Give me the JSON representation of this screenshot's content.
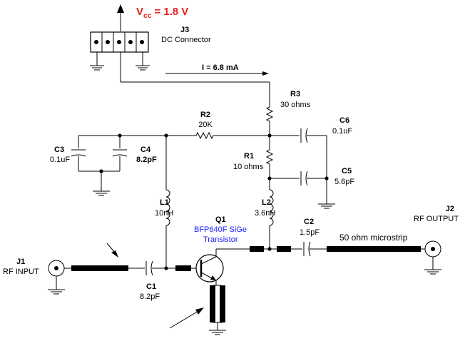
{
  "supply": {
    "prefix": "V",
    "subscript": "cc",
    "value": "= 1.8 V",
    "color": "#e8201e"
  },
  "current": {
    "text": "I = 6.8  mA"
  },
  "components": {
    "j3": {
      "ref": "J3",
      "desc": "DC Connector"
    },
    "r3": {
      "ref": "R3",
      "value": "30 ohms"
    },
    "r2": {
      "ref": "R2",
      "value": "20K"
    },
    "c6": {
      "ref": "C6",
      "value": "0.1uF"
    },
    "c3": {
      "ref": "C3",
      "value": "0.1uF"
    },
    "c4": {
      "ref": "C4",
      "value": "8.2pF"
    },
    "r1": {
      "ref": "R1",
      "value": "10 ohms"
    },
    "c5": {
      "ref": "C5",
      "value": "5.6pF"
    },
    "l1": {
      "ref": "L1",
      "value": "10nH"
    },
    "l2": {
      "ref": "L2",
      "value": "3.6nH"
    },
    "q1": {
      "ref": "Q1",
      "part": "BFP640F SiGe",
      "type": "Transistor",
      "color": "#1a1aff"
    },
    "c2": {
      "ref": "C2",
      "value": "1.5pF"
    },
    "c1": {
      "ref": "C1",
      "value": "8.2pF"
    },
    "j1": {
      "ref": "J1",
      "desc": "RF INPUT"
    },
    "j2": {
      "ref": "J2",
      "desc": "RF OUTPUT"
    }
  },
  "microstrip": {
    "label": "50 ohm microstrip"
  }
}
